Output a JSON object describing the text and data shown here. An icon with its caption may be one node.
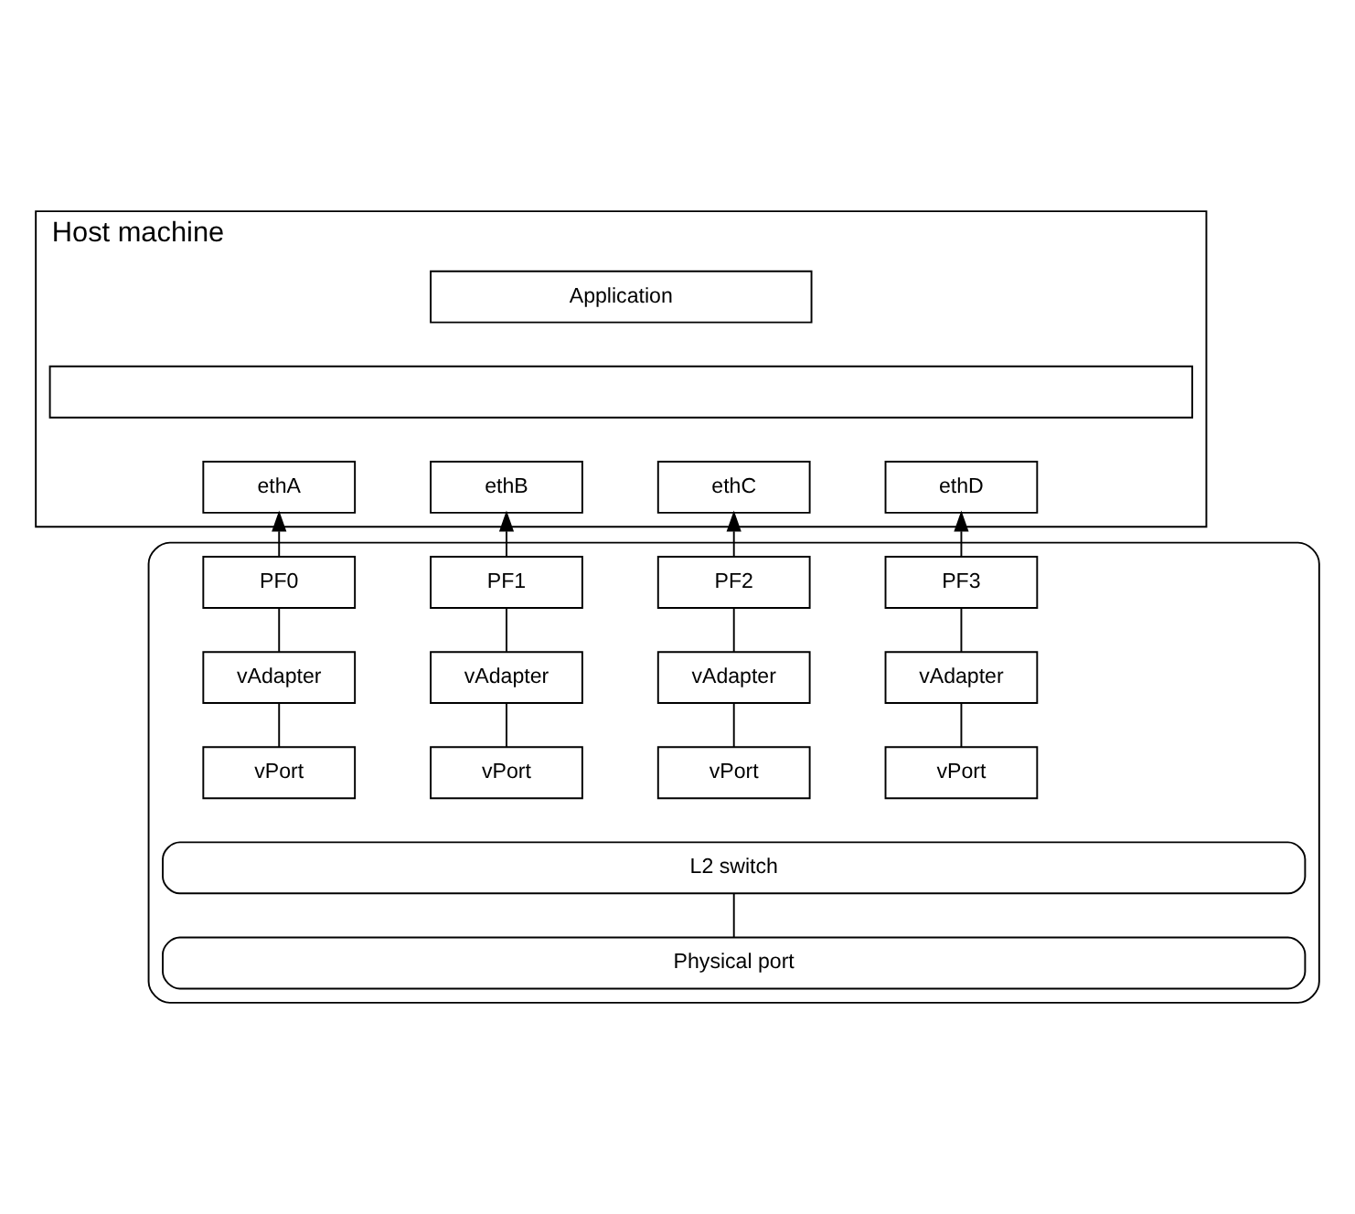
{
  "diagram": {
    "nodes": [
      {
        "text": [
          "Host machine"
        ]
      },
      {
        "text": [
          "Application"
        ],
        "in": 0
      },
      {
        "text": [],
        "shape": "box",
        "in": 0
      },
      {
        "text": [
          "ethA"
        ],
        "in": 0
      },
      {
        "text": [
          "ethB"
        ],
        "in": 0
      },
      {
        "text": [
          "ethC"
        ],
        "in": 0
      },
      {
        "text": [
          "ethD"
        ],
        "in": 0
      },
      {
        "text": [],
        "shape": "box"
      },
      {
        "text": [
          "PF0"
        ],
        "in": 7
      },
      {
        "text": [
          "PF1"
        ],
        "in": 7
      },
      {
        "text": [
          "PF2"
        ],
        "in": 7
      },
      {
        "text": [
          "PF3"
        ],
        "in": 7
      },
      {
        "text": [
          "vAdapter"
        ],
        "in": 7
      },
      {
        "text": [
          "vAdapter"
        ],
        "in": 7
      },
      {
        "text": [
          "vAdapter"
        ],
        "in": 7
      },
      {
        "text": [
          "vAdapter"
        ],
        "in": 7
      },
      {
        "text": [
          "vPort"
        ],
        "in": 7
      },
      {
        "text": [
          "vPort"
        ],
        "in": 7
      },
      {
        "text": [
          "vPort"
        ],
        "in": 7
      },
      {
        "text": [
          "vPort"
        ],
        "in": 7
      },
      {
        "text": [
          "L2 switch"
        ],
        "in": 7
      },
      {
        "text": [
          "Physical port"
        ],
        "in": 7
      }
    ],
    "edges": [
      {
        "from": 8,
        "to": 3,
        "arrow": "to"
      },
      {
        "from": 9,
        "to": 4,
        "arrow": "to"
      },
      {
        "from": 10,
        "to": 5,
        "arrow": "to"
      },
      {
        "from": 11,
        "to": 6,
        "arrow": "to"
      },
      {
        "from": 12,
        "to": 8,
        "arrow": "none"
      },
      {
        "from": 13,
        "to": 9,
        "arrow": "none"
      },
      {
        "from": 14,
        "to": 10,
        "arrow": "none"
      },
      {
        "from": 15,
        "to": 11,
        "arrow": "none"
      },
      {
        "from": 16,
        "to": 12,
        "arrow": "none"
      },
      {
        "from": 17,
        "to": 13,
        "arrow": "none"
      },
      {
        "from": 18,
        "to": 14,
        "arrow": "none"
      },
      {
        "from": 19,
        "to": 15,
        "arrow": "none"
      },
      {
        "from": 21,
        "to": 20,
        "arrow": "none"
      }
    ]
  }
}
